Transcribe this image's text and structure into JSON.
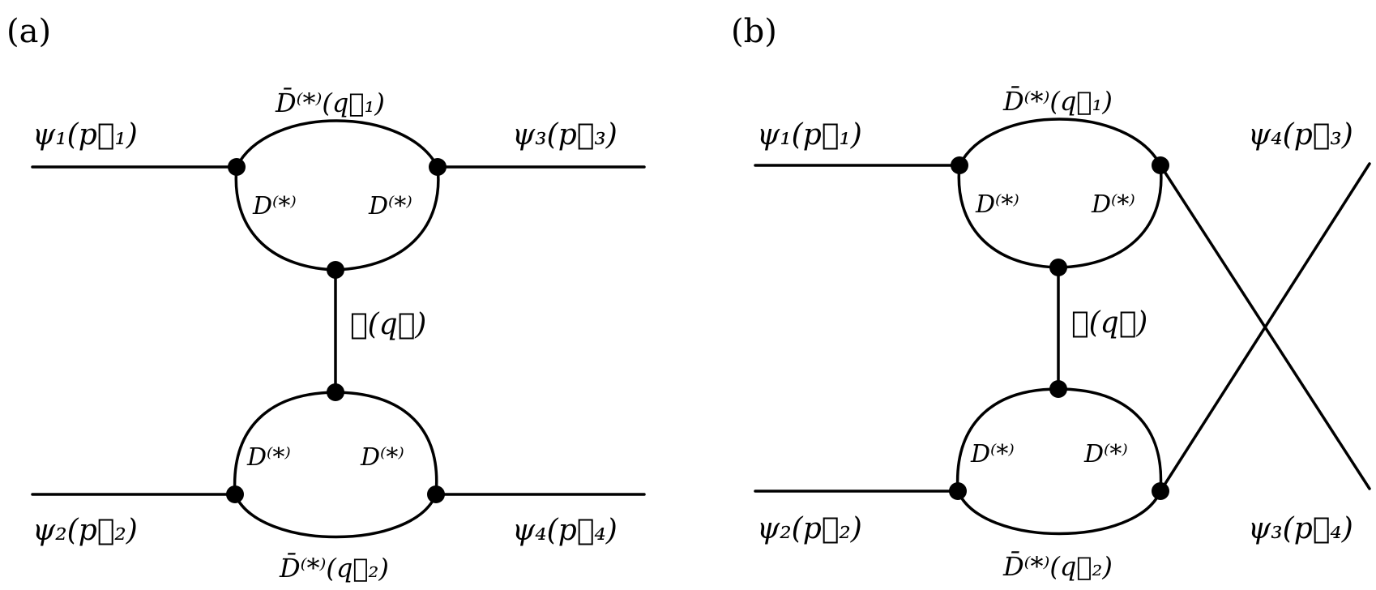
{
  "panels": [
    {
      "tag": "(a)",
      "labels": {
        "in_top": "ψ₁(p⃗₁)",
        "in_bottom": "ψ₂(p⃗₂)",
        "out_top": "ψ₃(p⃗₃)",
        "out_bottom": "ψ₄(p⃗₄)",
        "loop_top_outer": "D̄⁽*⁾(q⃗₁)",
        "loop_bottom_outer": "D̄⁽*⁾(q⃗₂)",
        "loop_top_inner_left": "D⁽*⁾",
        "loop_top_inner_right": "D⁽*⁾",
        "loop_bottom_inner_left": "D⁽*⁾",
        "loop_bottom_inner_right": "D⁽*⁾",
        "exchange": "𝒫(q⃗)"
      }
    },
    {
      "tag": "(b)",
      "labels": {
        "in_top": "ψ₁(p⃗₁)",
        "in_bottom": "ψ₂(p⃗₂)",
        "out_top": "ψ₄(p⃗₃)",
        "out_bottom": "ψ₃(p⃗₄)",
        "loop_top_outer": "D̄⁽*⁾(q⃗₁)",
        "loop_bottom_outer": "D̄⁽*⁾(q⃗₂)",
        "loop_top_inner_left": "D⁽*⁾",
        "loop_top_inner_right": "D⁽*⁾",
        "loop_bottom_inner_left": "D⁽*⁾",
        "loop_bottom_inner_right": "D⁽*⁾",
        "exchange": "𝒫(q⃗)"
      }
    }
  ]
}
